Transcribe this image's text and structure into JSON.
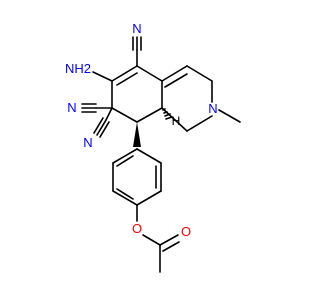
{
  "molecule": {
    "atoms": {
      "nitrile_n_top": "N",
      "amine": "NH2",
      "nitrile_n_left_1": "N",
      "nitrile_n_left_2": "N",
      "ring_n": "N",
      "stereo_h": "H",
      "ester_o": "O",
      "carbonyl_o": "O"
    },
    "colors": {
      "bond": "#000000",
      "nitrogen": "#0000ff",
      "oxygen": "#ff0000",
      "background": "#ffffff"
    }
  }
}
